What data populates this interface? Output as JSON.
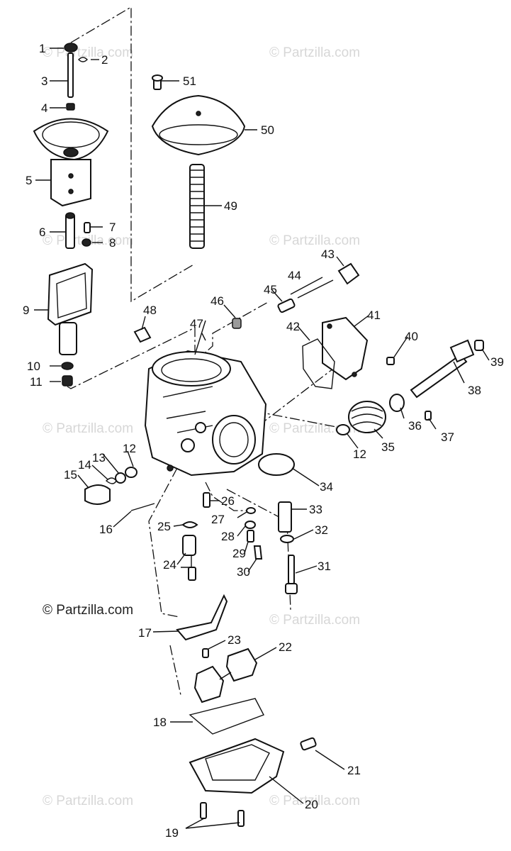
{
  "diagram": {
    "watermark_text": "© Partzilla.com",
    "watermark_footer": "© Partzilla.com",
    "parts": [
      {
        "num": "1"
      },
      {
        "num": "2"
      },
      {
        "num": "3"
      },
      {
        "num": "4"
      },
      {
        "num": "5"
      },
      {
        "num": "6"
      },
      {
        "num": "7"
      },
      {
        "num": "8"
      },
      {
        "num": "9"
      },
      {
        "num": "10"
      },
      {
        "num": "11"
      },
      {
        "num": "12"
      },
      {
        "num": "13"
      },
      {
        "num": "14"
      },
      {
        "num": "15"
      },
      {
        "num": "16"
      },
      {
        "num": "17"
      },
      {
        "num": "18"
      },
      {
        "num": "19"
      },
      {
        "num": "20"
      },
      {
        "num": "21"
      },
      {
        "num": "22"
      },
      {
        "num": "23"
      },
      {
        "num": "24"
      },
      {
        "num": "25"
      },
      {
        "num": "26"
      },
      {
        "num": "27"
      },
      {
        "num": "28"
      },
      {
        "num": "29"
      },
      {
        "num": "30"
      },
      {
        "num": "31"
      },
      {
        "num": "32"
      },
      {
        "num": "33"
      },
      {
        "num": "34"
      },
      {
        "num": "35"
      },
      {
        "num": "36"
      },
      {
        "num": "37"
      },
      {
        "num": "38"
      },
      {
        "num": "39"
      },
      {
        "num": "40"
      },
      {
        "num": "41"
      },
      {
        "num": "42"
      },
      {
        "num": "43"
      },
      {
        "num": "44"
      },
      {
        "num": "45"
      },
      {
        "num": "46"
      },
      {
        "num": "47"
      },
      {
        "num": "48"
      },
      {
        "num": "49"
      },
      {
        "num": "50"
      },
      {
        "num": "51"
      },
      {
        "num": "12"
      }
    ]
  }
}
